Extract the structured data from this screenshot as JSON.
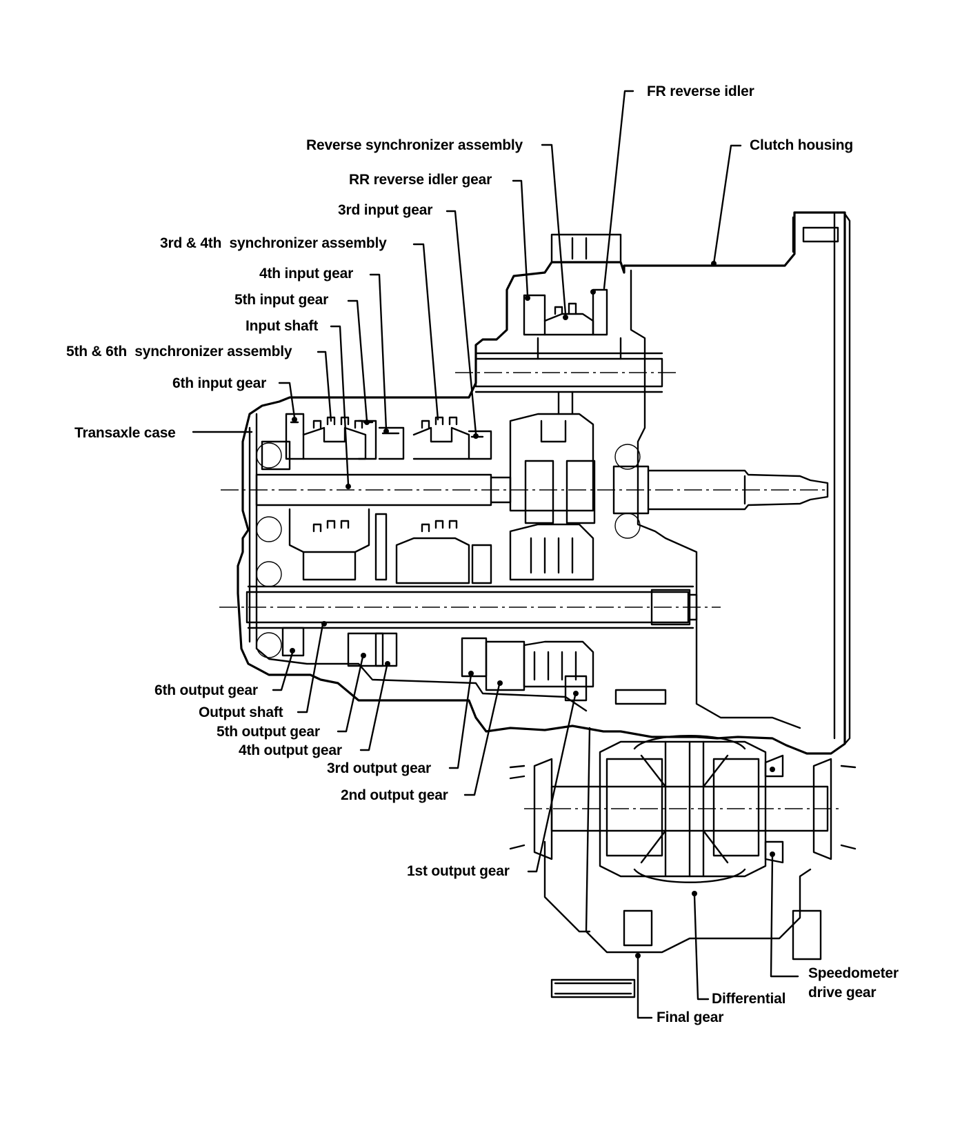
{
  "diagram": {
    "labels": {
      "fr_reverse_idler": "FR reverse idler",
      "reverse_synchronizer_assembly": "Reverse synchronizer assembly",
      "clutch_housing": "Clutch housing",
      "rr_reverse_idler_gear": "RR reverse idler gear",
      "third_input_gear": "3rd input gear",
      "third_fourth_synchronizer_assembly": "3rd & 4th  synchronizer assembly",
      "fourth_input_gear": "4th input gear",
      "fifth_input_gear": "5th input gear",
      "input_shaft": "Input shaft",
      "fifth_sixth_synchronizer_assembly": "5th & 6th  synchronizer assembly",
      "sixth_input_gear": "6th input gear",
      "transaxle_case": "Transaxle case",
      "sixth_output_gear": "6th output gear",
      "output_shaft": "Output shaft",
      "fifth_output_gear": "5th output gear",
      "fourth_output_gear": "4th output gear",
      "third_output_gear": "3rd output gear",
      "second_output_gear": "2nd output gear",
      "first_output_gear": "1st output gear",
      "speedometer_drive_gear_line1": "Speedometer",
      "speedometer_drive_gear_line2": "drive gear",
      "differential": "Differential",
      "final_gear": "Final gear"
    }
  }
}
